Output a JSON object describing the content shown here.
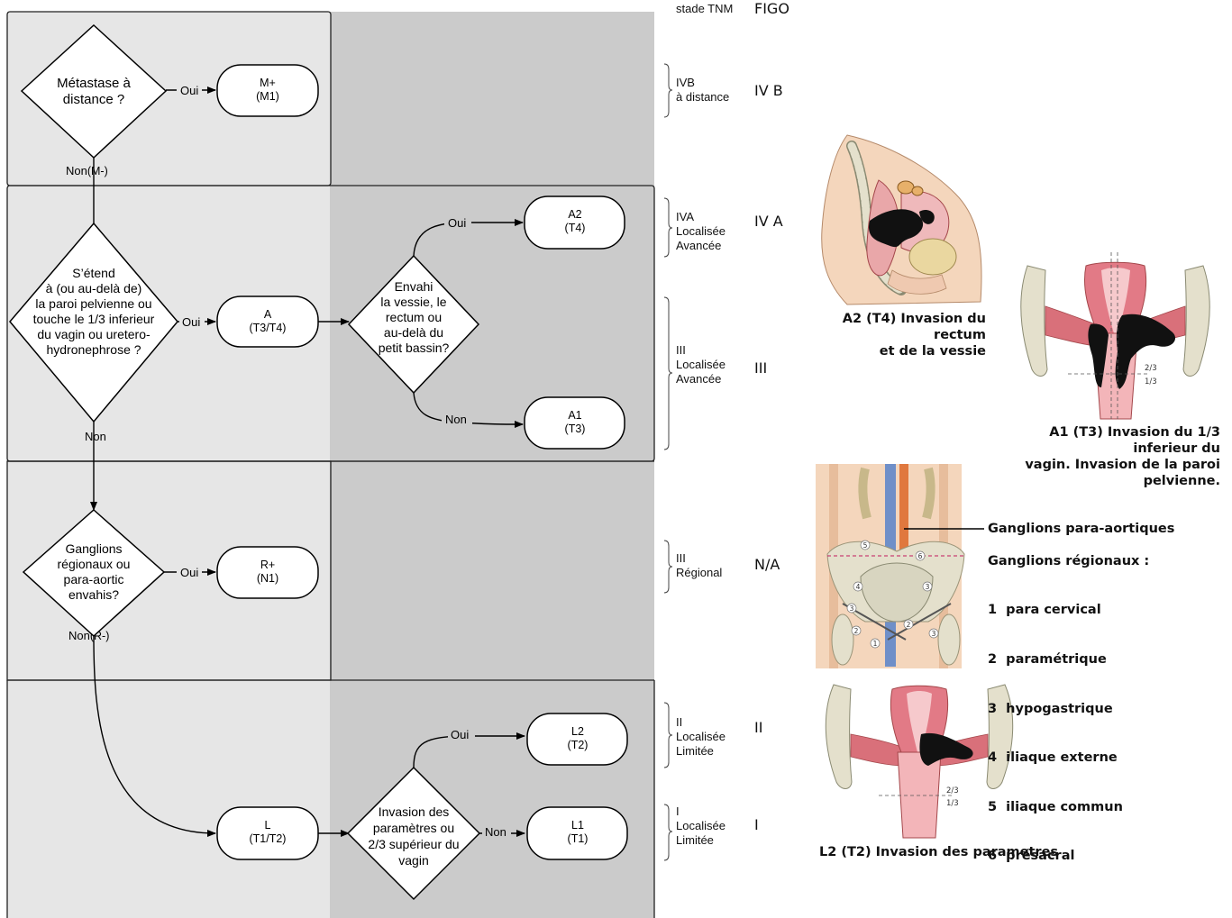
{
  "header": {
    "tnm": "stade TNM",
    "figo": "FIGO"
  },
  "decisions": {
    "metastasis": [
      "Métastase à",
      "distance ?"
    ],
    "extends": [
      "S’étend",
      "à (ou au-delà de)",
      "la paroi pelvienne ou",
      "touche le 1/3 inferieur",
      "du vagin ou uretero-",
      "hydronephrose ?"
    ],
    "invades": [
      "Envahi",
      "la vessie, le",
      "rectum ou",
      "au-delà du",
      "petit bassin?"
    ],
    "nodes": [
      "Ganglions",
      "régionaux ou",
      "para-aortic",
      "envahis?"
    ],
    "parametria": [
      "Invasion des",
      "paramètres ou",
      "2/3 supérieur du",
      "vagin"
    ]
  },
  "outcomes": {
    "m_plus": [
      "M+",
      "(M1)"
    ],
    "a2": [
      "A2",
      "(T4)"
    ],
    "a": [
      "A",
      "(T3/T4)"
    ],
    "a1": [
      "A1",
      "(T3)"
    ],
    "r_plus": [
      "R+",
      "(N1)"
    ],
    "l2": [
      "L2",
      "(T2)"
    ],
    "l": [
      "L",
      "(T1/T2)"
    ],
    "l1": [
      "L1",
      "(T1)"
    ]
  },
  "edges": {
    "oui": "Oui",
    "non": "Non",
    "non_m": "Non",
    "m_minus": "(M-)",
    "non_r": "Non",
    "r_minus": "(R-)"
  },
  "stages": [
    {
      "tnm": [
        "IVB",
        "à distance"
      ],
      "figo": "IV B"
    },
    {
      "tnm": [
        "IVA",
        "Localisée",
        "Avancée"
      ],
      "figo": "IV A"
    },
    {
      "tnm": [
        "III",
        "Localisée",
        "Avancée"
      ],
      "figo": "III"
    },
    {
      "tnm": [
        "III",
        "Régional"
      ],
      "figo": "N/A"
    },
    {
      "tnm": [
        "II",
        "Localisée",
        "Limitée"
      ],
      "figo": "II"
    },
    {
      "tnm": [
        "I",
        "Localisée",
        "Limitée"
      ],
      "figo": "I"
    }
  ],
  "captions": {
    "a2": [
      "A2 (T4) Invasion du rectum",
      "et de la vessie"
    ],
    "a1": [
      "A1 (T3) Invasion du 1/3 inferieur du",
      "vagin. Invasion de la paroi pelvienne."
    ],
    "l2": "L2 (T2) Invasion des parametres",
    "ratio_top": "2/3",
    "ratio_bottom": "1/3"
  },
  "nodes_legend": {
    "para_aortic": "Ganglions para-aortiques",
    "title": "Ganglions régionaux :",
    "items": [
      "1  para cervical",
      "2  paramétrique",
      "3  hypogastrique",
      "4  iliaque externe",
      "5  iliaque commun",
      "6  présacral"
    ],
    "markers": [
      "1",
      "2",
      "3",
      "3",
      "4",
      "5",
      "6",
      "2",
      "3"
    ]
  },
  "colors": {
    "lane_light": "#e6e6e6",
    "lane_dark": "#cbcbcb",
    "tissue_pink": "#e9a7a9",
    "tumor": "#111111",
    "bone": "#e4e0cc",
    "skin": "#f4d6bc",
    "vein_blue": "#6f8fc8",
    "artery_orange": "#e0783e"
  }
}
